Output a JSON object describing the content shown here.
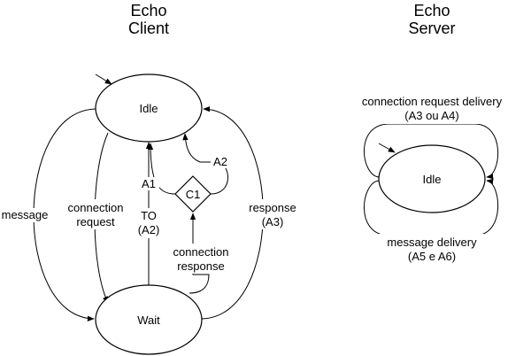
{
  "client": {
    "title_line1": "Echo",
    "title_line2": "Client",
    "idle_label": "Idle",
    "wait_label": "Wait",
    "decision_label": "C1",
    "edges": {
      "message": "message",
      "connection_request_1": "connection",
      "connection_request_2": "request",
      "a1": "A1",
      "a2": "A2",
      "timeout_1": "TO",
      "timeout_2": "(A2)",
      "connection_response_1": "connection",
      "connection_response_2": "response",
      "response_1": "response",
      "response_2": "(A3)"
    }
  },
  "server": {
    "title_line1": "Echo",
    "title_line2": "Server",
    "idle_label": "Idle",
    "edges": {
      "conn_req_delivery_1": "connection request delivery",
      "conn_req_delivery_2": "(A3 ou A4)",
      "msg_delivery_1": "message delivery",
      "msg_delivery_2": "(A5 e A6)"
    }
  }
}
